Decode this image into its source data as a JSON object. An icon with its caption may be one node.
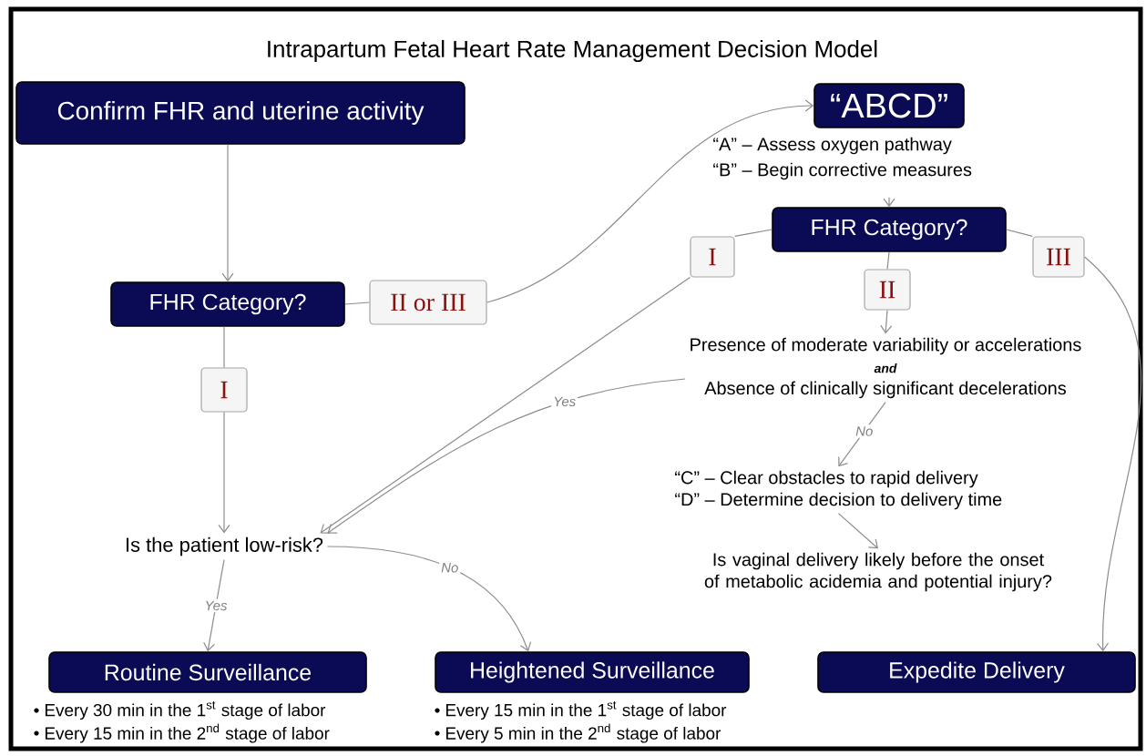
{
  "diagram": {
    "title": "Intrapartum Fetal Heart Rate Management Decision Model",
    "nodes": [
      {
        "text": [
          "Confirm FHR and uterine activity"
        ]
      },
      {
        "text": [
          "FHR Category?"
        ]
      },
      {
        "text": [
          "II or III"
        ]
      },
      {
        "text": [
          "I"
        ]
      },
      {
        "text": [
          "“ABCD”"
        ],
        "beside": [
          "“A” – Assess oxygen pathway",
          "“B” – Begin corrective measures"
        ]
      },
      {
        "text": [
          "FHR Category?"
        ]
      },
      {
        "text": [
          "I"
        ]
      },
      {
        "text": [
          "II"
        ]
      },
      {
        "text": [
          "III"
        ]
      },
      {
        "text": [
          "Presence of moderate variability or accelerations",
          "and",
          "Absence of clinically significant decelerations"
        ]
      },
      {
        "text": [
          "“C” – Clear obstacles to rapid delivery",
          "“D” – Determine decision to delivery time"
        ]
      },
      {
        "text": [
          "Is vaginal delivery likely before the onset of metabolic acidemia and potential injury?"
        ]
      },
      {
        "text": [
          "Is the patient low-risk?"
        ]
      },
      {
        "text": [
          "Routine Surveillance"
        ],
        "beside": [
          "Every 30 min in the 1$^{st}$ stage of labor",
          "Every 15 min in the 2$^{nd}$ stage of labor"
        ]
      },
      {
        "text": [
          "Heightened Surveillance"
        ],
        "beside": [
          "Every 15 min in the 1$^{st}$ stage of labor",
          "Every 5 min in the 2$^{nd}$ stage of labor"
        ]
      },
      {
        "text": [
          "Expedite Delivery"
        ]
      }
    ],
    "edges": [
      {
        "from": 0,
        "to": 1,
        "arrow": "to"
      },
      {
        "from": 1,
        "to": 2,
        "arrow": "none"
      },
      {
        "from": 2,
        "to": 4,
        "arrow": "to"
      },
      {
        "from": 1,
        "to": 3,
        "arrow": "none"
      },
      {
        "from": 3,
        "to": 12,
        "arrow": "to"
      },
      {
        "from": 4,
        "to": 5,
        "arrow": "to"
      },
      {
        "from": 5,
        "to": 6,
        "arrow": "none"
      },
      {
        "from": 5,
        "to": 7,
        "arrow": "none"
      },
      {
        "from": 5,
        "to": 8,
        "arrow": "none"
      },
      {
        "from": 7,
        "to": 9,
        "arrow": "to"
      },
      {
        "from": 6,
        "to": 12,
        "arrow": "to"
      },
      {
        "from": 9,
        "to": 12,
        "arrow": "to",
        "label": "Yes"
      },
      {
        "from": 9,
        "to": 10,
        "arrow": "to",
        "label": "No"
      },
      {
        "from": 10,
        "to": 11,
        "arrow": "to"
      },
      {
        "from": 12,
        "to": 13,
        "arrow": "to",
        "label": "Yes"
      },
      {
        "from": 12,
        "to": 14,
        "arrow": "to",
        "label": "No"
      },
      {
        "from": 8,
        "to": 15,
        "arrow": "to"
      }
    ]
  }
}
